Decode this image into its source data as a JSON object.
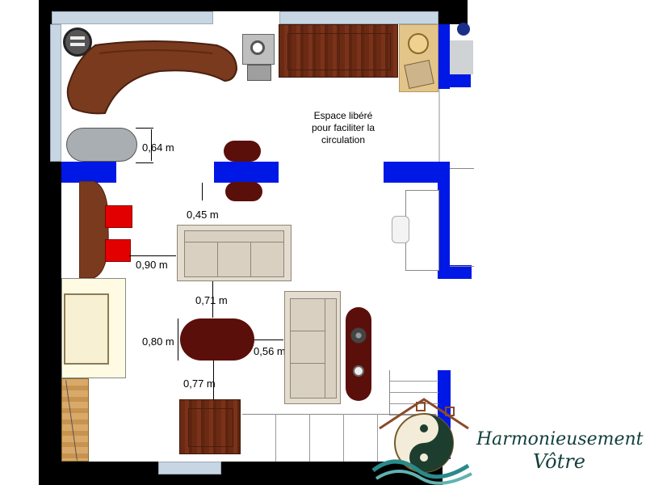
{
  "annotations": {
    "space_note_line1": "Espace libéré",
    "space_note_line2": "pour faciliter la",
    "space_note_line3": "circulation"
  },
  "dimensions": {
    "table_to_wall": "0,64 m",
    "chair_to_sofa": "0,45 m",
    "sofa_to_chairs": "0,90 m",
    "sofa_to_table": "0,71 m",
    "table_width": "0,80 m",
    "table_to_sofa": "0,56 m",
    "table_to_cabinet": "0,77 m"
  },
  "logo": {
    "line1": "Harmonieusement",
    "line2": "Vôtre"
  },
  "colors": {
    "walls": "#000000",
    "doors": "#0018e6",
    "wood": "#6b2a14",
    "sofa": "#d9d0c2",
    "maroon": "#5b0f0a",
    "chairs": "#e30000"
  }
}
